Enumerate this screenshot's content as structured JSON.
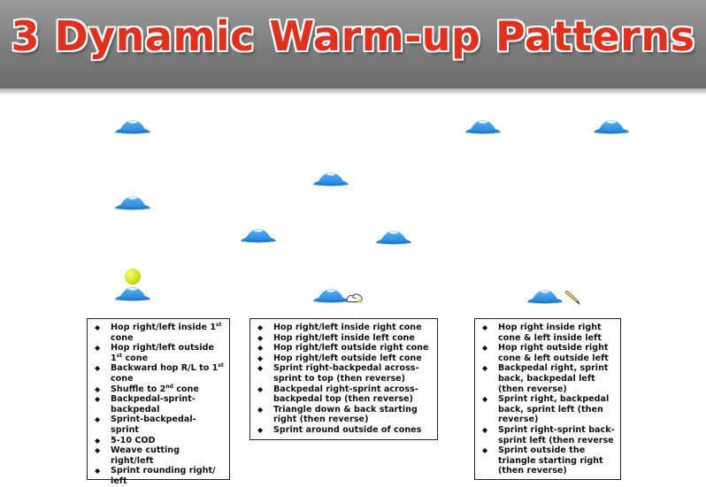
{
  "header": {
    "title": "3 Dynamic Warm-up Patterns"
  },
  "colors": {
    "cone": "#2f8fe0",
    "title": "#e0301e",
    "ball": "#c8e010"
  },
  "icons": [
    "cone-icon",
    "tennis-ball-icon",
    "running-shoe-icon",
    "pencil-icon"
  ],
  "pattern1": {
    "items": [
      {
        "text": "Hop right/left inside 1",
        "sup": "st",
        "tail": " cone"
      },
      {
        "text": "Hop right/left outside 1",
        "sup": "st",
        "tail": " cone"
      },
      {
        "text": "Backward hop R/L to 1",
        "sup": "st",
        "tail": " cone"
      },
      {
        "text": "Shuffle to 2",
        "sup": "nd",
        "tail": " cone"
      },
      {
        "text": "Backpedal-sprint-backpedal",
        "sup": "",
        "tail": ""
      },
      {
        "text": "Sprint-backpedal-sprint",
        "sup": "",
        "tail": ""
      },
      {
        "text": "5-10 COD",
        "sup": "",
        "tail": ""
      },
      {
        "text": "Weave cutting right/left",
        "sup": "",
        "tail": ""
      },
      {
        "text": "Sprint rounding right/ left",
        "sup": "",
        "tail": ""
      }
    ]
  },
  "pattern2": {
    "items": [
      {
        "text": "Hop right/left inside right cone"
      },
      {
        "text": "Hop right/left inside left cone"
      },
      {
        "text": "Hop right/left outside right cone"
      },
      {
        "text": "Hop right/left outside left cone"
      },
      {
        "text": "Sprint right-backpedal across-sprint to top (then reverse)"
      },
      {
        "text": "Backpedal right-sprint across-backpedal top (then reverse)"
      },
      {
        "text": "Triangle down & back starting right (then reverse)"
      },
      {
        "text": "Sprint around outside of cones"
      }
    ]
  },
  "pattern3": {
    "items": [
      {
        "text": "Hop right inside right cone & left inside left"
      },
      {
        "text": "Hop right outside right cone & left outside left"
      },
      {
        "text": "Backpedal right, sprint back, backpedal left (then reverse)"
      },
      {
        "text": "Sprint right, backpedal back, sprint left (then reverse)"
      },
      {
        "text": "Sprint right-sprint back-sprint left (then reverse"
      },
      {
        "text": "Sprint outside the triangle starting right (then reverse)"
      }
    ]
  }
}
